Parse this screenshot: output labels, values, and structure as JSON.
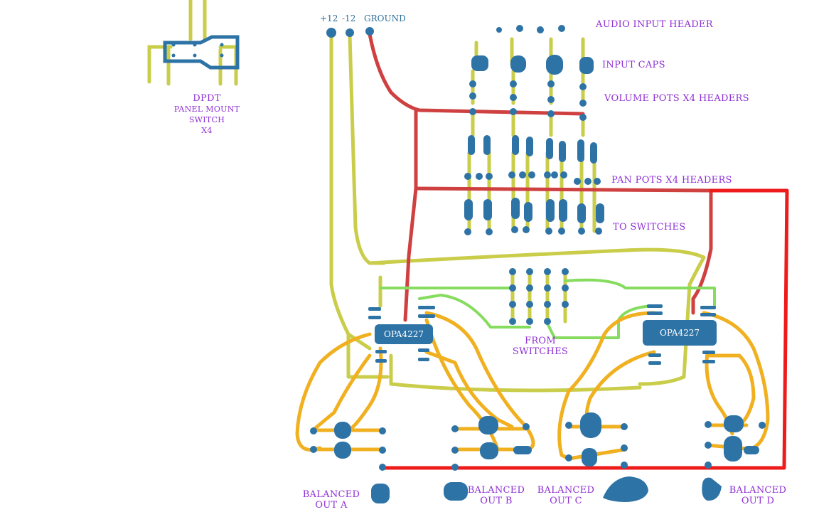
{
  "switch_label": {
    "line1": "DPDT",
    "line2": "PANEL MOUNT",
    "line3": "SWITCH",
    "line4": "X4"
  },
  "rails": {
    "pos": "+12",
    "neg": "-12",
    "gnd": "GROUND"
  },
  "labels": {
    "audio_input": "AUDIO INPUT HEADER",
    "input_caps": "INPUT CAPS",
    "volume_pots": "VOLUME POTS X4  HEADERS",
    "pan_pots": "PAN POTS X4  HEADERS",
    "to_switches": "TO SWITCHES",
    "from_switches_1": "FROM",
    "from_switches_2": "SWITCHES"
  },
  "chips": {
    "left": "OPA4227",
    "right": "OPA4227"
  },
  "outputs": {
    "a": {
      "line1": "BALANCED",
      "line2": "OUT A"
    },
    "b": {
      "line1": "BALANCED",
      "line2": "OUT B"
    },
    "c": {
      "line1": "BALANCED",
      "line2": "OUT C"
    },
    "d": {
      "line1": "BALANCED",
      "line2": "OUT D"
    }
  },
  "colors": {
    "pad": "#2e73a6",
    "trace_supply": "#c9cd4a",
    "trace_ground": "#cf4040",
    "trace_bus_red": "#ee1b1b",
    "trace_signal": "#f0b020",
    "trace_switch": "#86dc5e",
    "label": "#8f2fd4"
  }
}
